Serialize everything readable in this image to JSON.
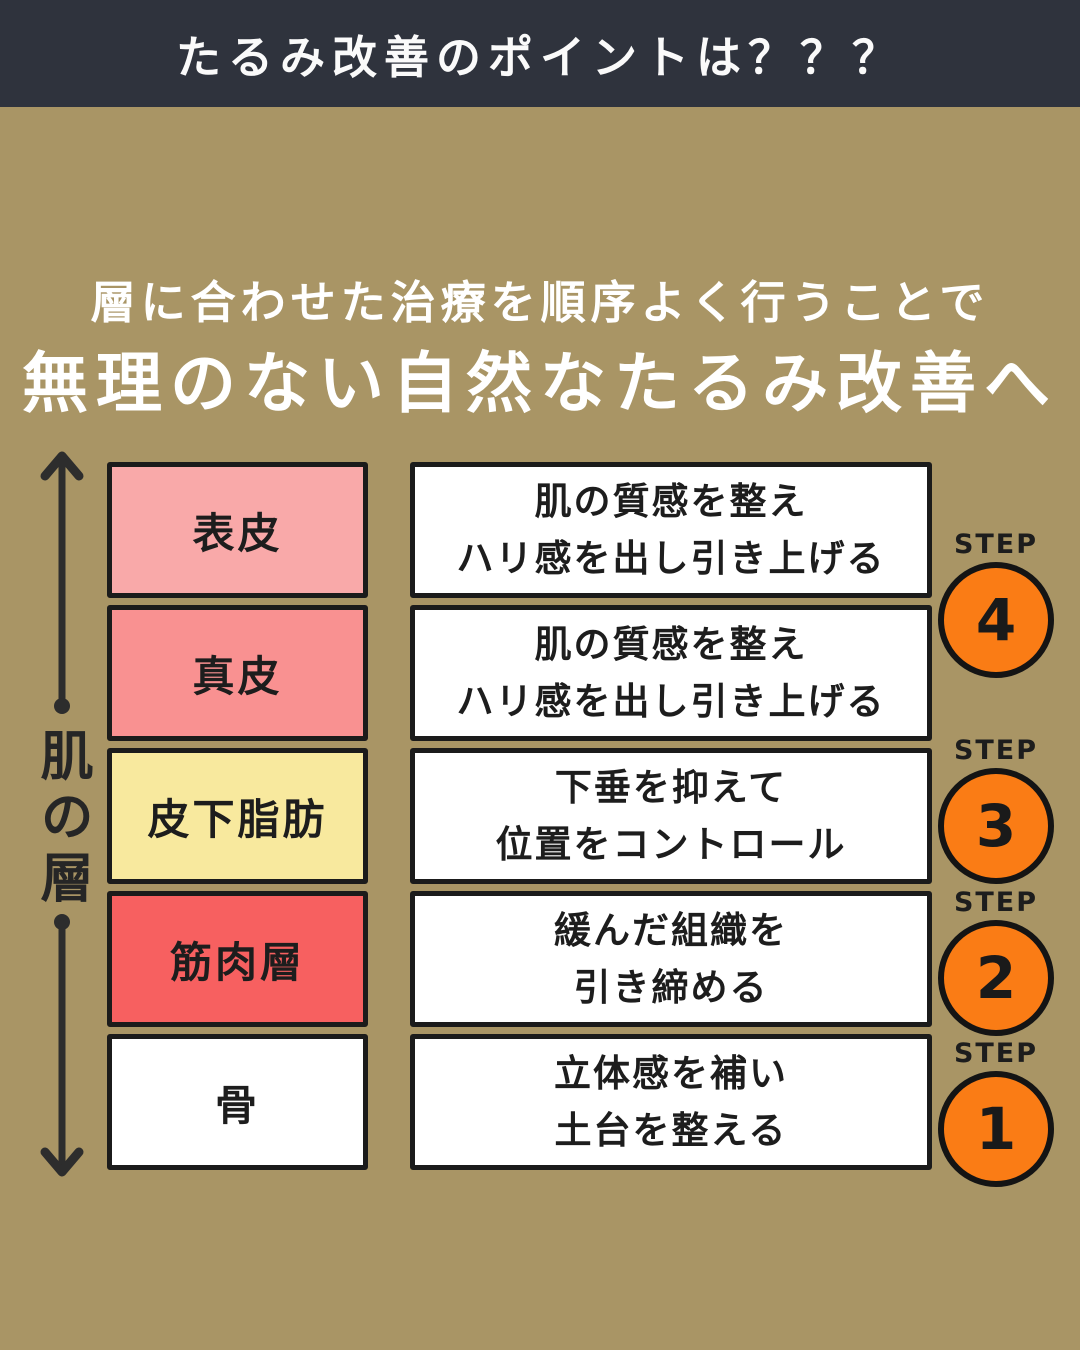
{
  "colors": {
    "background": "#a99565",
    "topbar": "#2f333d",
    "ink": "#1b1b1b",
    "arrow": "#2d2d2d",
    "step_orange": "#fa7c15",
    "white": "#ffffff"
  },
  "header": {
    "title": "たるみ改善のポイントは？？？"
  },
  "headline": {
    "line1": "層に合わせた治療を順序よく行うことで",
    "line2": "無理のない自然なたるみ改善へ"
  },
  "axis": {
    "label": "肌の層"
  },
  "rows": [
    {
      "layer": "表皮",
      "color": "#f9a9a9",
      "desc1": "肌の質感を整え",
      "desc2": "ハリ感を出し引き上げる"
    },
    {
      "layer": "真皮",
      "color": "#f99191",
      "desc1": "肌の質感を整え",
      "desc2": "ハリ感を出し引き上げる"
    },
    {
      "layer": "皮下脂肪",
      "color": "#f8e99e",
      "desc1": "下垂を抑えて",
      "desc2": "位置をコントロール"
    },
    {
      "layer": "筋肉層",
      "color": "#f76060",
      "desc1": "緩んだ組織を",
      "desc2": "引き締める"
    },
    {
      "layer": "骨",
      "color": "#ffffff",
      "desc1": "立体感を補い",
      "desc2": "土台を整える"
    }
  ],
  "steps": [
    {
      "label": "STEP",
      "number": "4"
    },
    {
      "label": "STEP",
      "number": "3"
    },
    {
      "label": "STEP",
      "number": "2"
    },
    {
      "label": "STEP",
      "number": "1"
    }
  ]
}
